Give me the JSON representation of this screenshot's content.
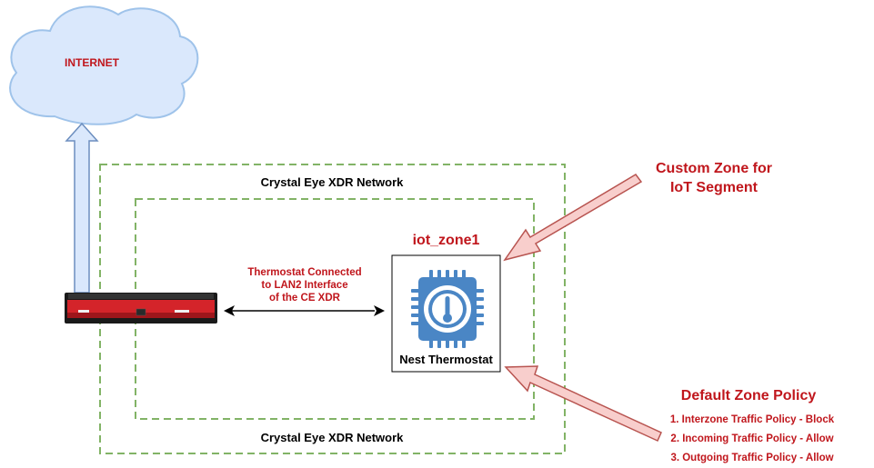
{
  "internet": {
    "label": "INTERNET"
  },
  "outer_network": {
    "label_top": "Crystal Eye XDR Network",
    "label_bottom": "Crystal Eye XDR Network"
  },
  "connection": {
    "lines": [
      "Thermostat Connected",
      "to LAN2 Interface",
      "of the CE XDR"
    ]
  },
  "zone": {
    "name": "iot_zone1",
    "device_label": "Nest Thermostat"
  },
  "callout_custom": {
    "lines": [
      "Custom Zone for",
      "IoT Segment"
    ]
  },
  "callout_default": {
    "title": "Default Zone Policy",
    "policies": [
      "1. Interzone Traffic Policy - Block",
      "2. Incoming Traffic Policy - Allow",
      "3. Outgoing Traffic Policy - Allow"
    ]
  },
  "colors": {
    "accent_red": "#c0161c",
    "cloud_fill": "#dae8fc",
    "cloud_stroke": "#9fc3ea",
    "zone_dash": "#82b366",
    "callout_arrow_fill": "#f8cecc",
    "callout_arrow_stroke": "#b85450",
    "chip_blue": "#4a86c5"
  }
}
